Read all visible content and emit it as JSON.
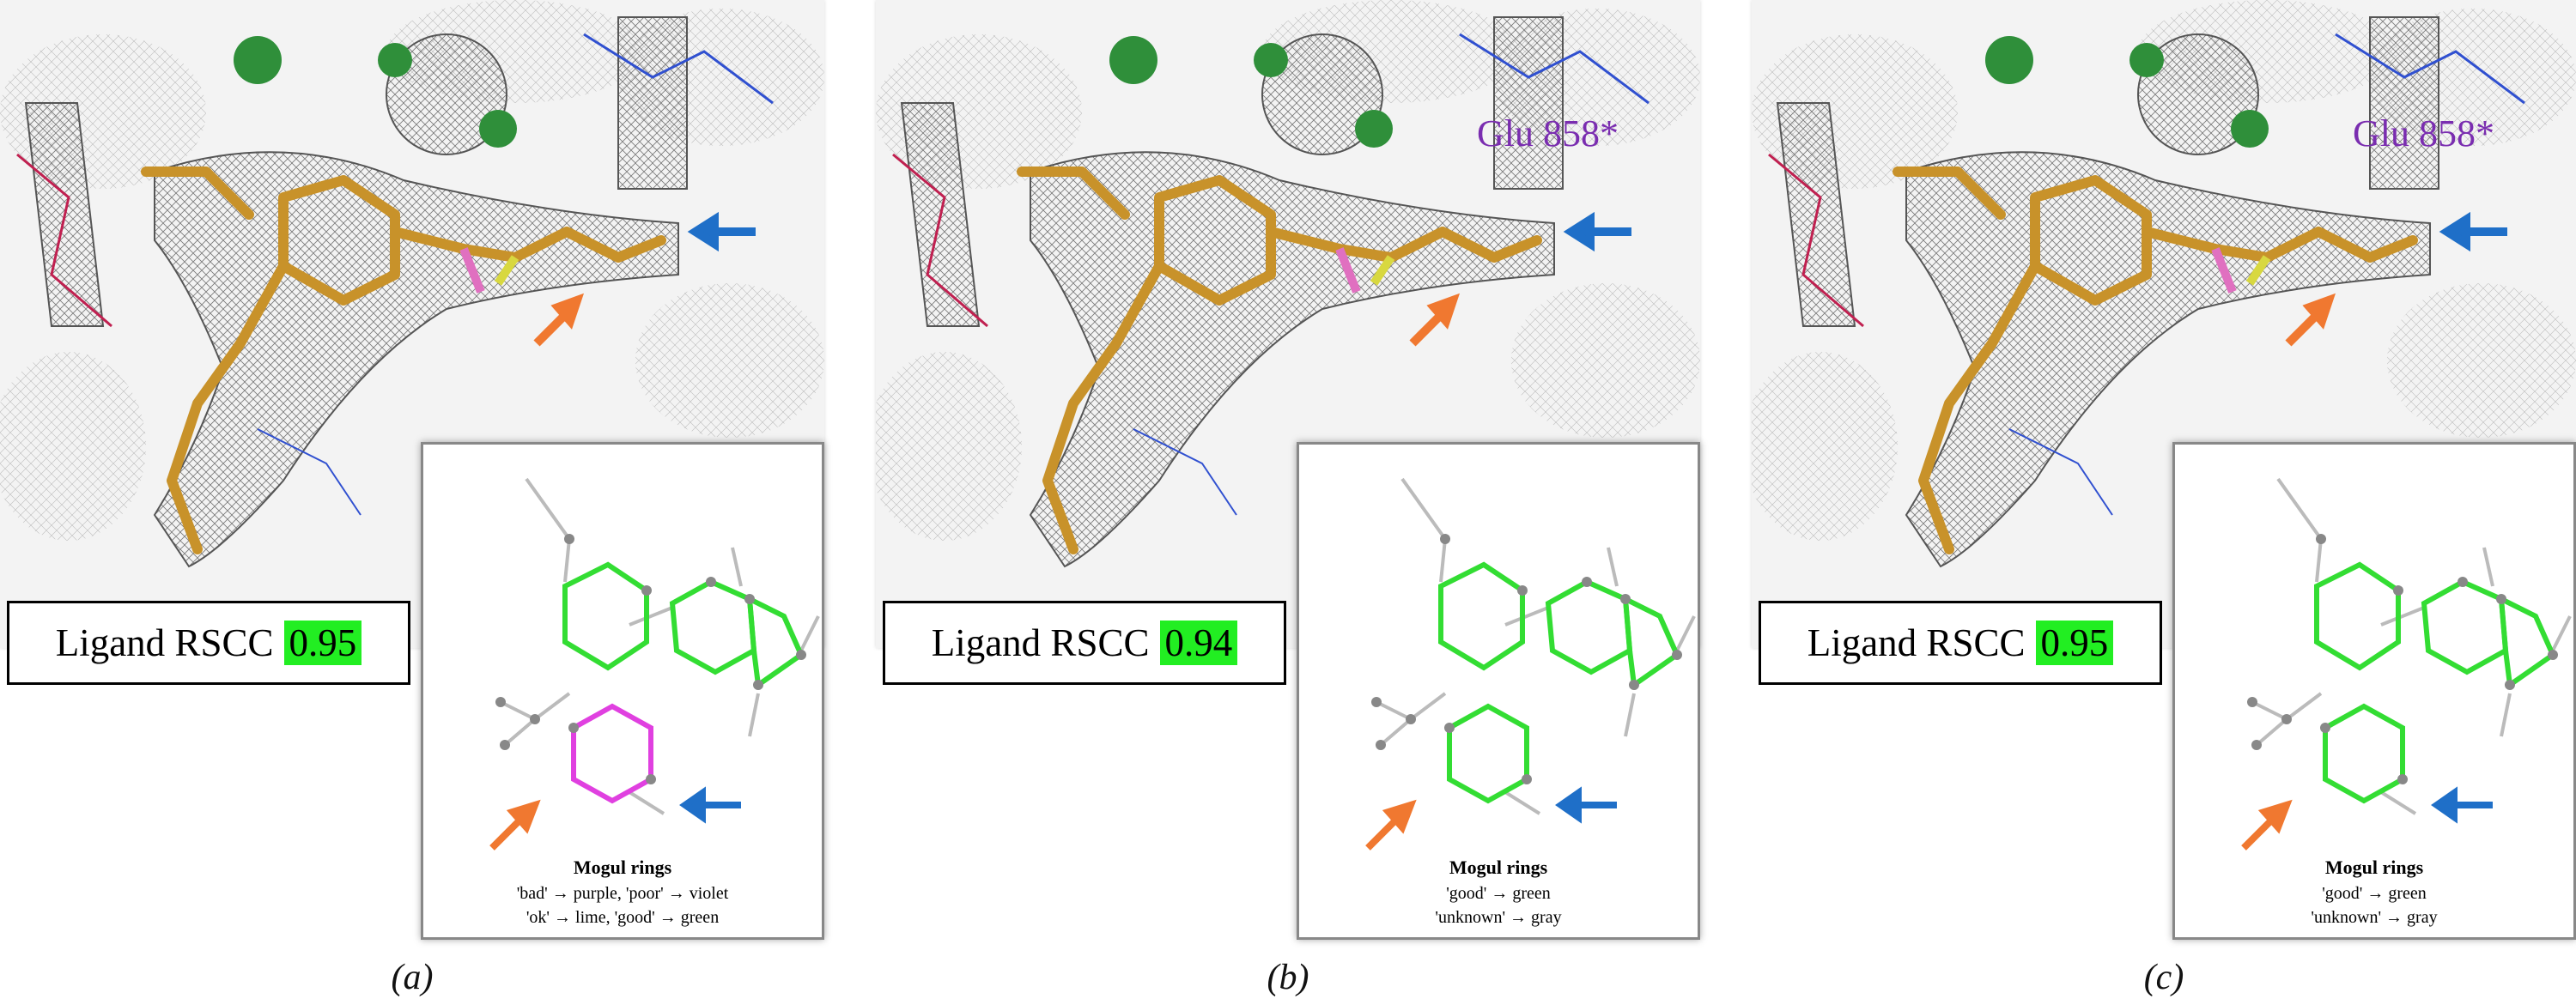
{
  "panels": [
    {
      "id": "a",
      "caption": "(a)",
      "rscc_label": "Ligand RSCC",
      "rscc_value": "0.95",
      "glu_label": "",
      "mogul": {
        "title": "Mogul rings",
        "line1": "'bad' → purple, 'poor' → violet",
        "line2": "'ok' → lime, 'good' → green"
      },
      "lower_ring_color": "#e040e0"
    },
    {
      "id": "b",
      "caption": "(b)",
      "rscc_label": "Ligand RSCC",
      "rscc_value": "0.94",
      "glu_label": "Glu 858*",
      "mogul": {
        "title": "Mogul rings",
        "line1": "'good' → green",
        "line2": "'unknown' → gray"
      },
      "lower_ring_color": "#33dd33"
    },
    {
      "id": "c",
      "caption": "(c)",
      "rscc_label": "Ligand RSCC",
      "rscc_value": "0.95",
      "glu_label": "Glu 858*",
      "mogul": {
        "title": "Mogul rings",
        "line1": "'good' → green",
        "line2": "'unknown' → gray"
      },
      "lower_ring_color": "#33dd33"
    }
  ],
  "colors": {
    "ring_good": "#33dd33",
    "ring_bad": "#e040e0",
    "arrow_blue": "#1f6fc8",
    "arrow_orange": "#f07830",
    "ligand": "#c8922a",
    "rscc_highlight": "#22ee22",
    "glu_label": "#7a2db0"
  }
}
